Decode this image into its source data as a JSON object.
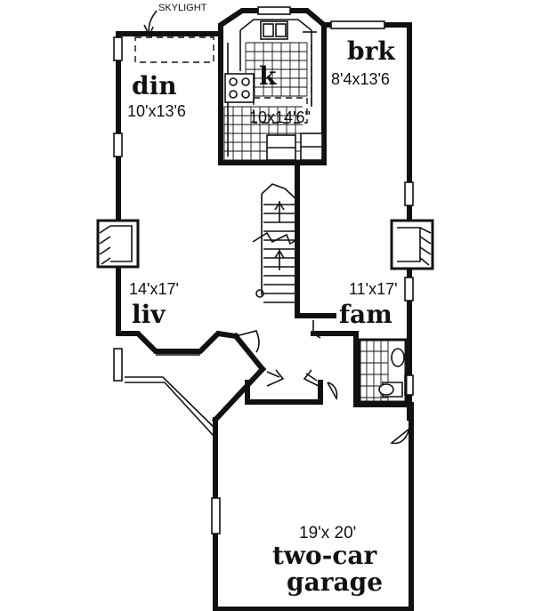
{
  "labels": {
    "skylight": "SKYLIGHT",
    "din_name": "din",
    "din_dim": "10'x13'6",
    "k_name": "k",
    "k_dim": "10x14'6\"",
    "brk_name": "brk",
    "brk_dim": "8'4x13'6",
    "liv_name": "liv",
    "liv_dim": "14'x17'",
    "fam_name": "fam",
    "fam_dim": "11'x17'",
    "garage_dim": "19'x 20'",
    "garage_line1": "two-car",
    "garage_line2": "garage"
  }
}
